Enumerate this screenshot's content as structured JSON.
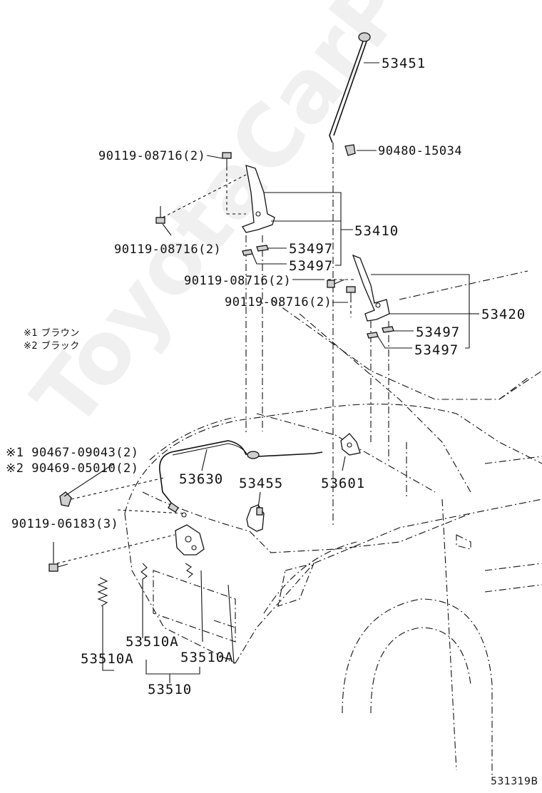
{
  "labels": {
    "p53451": "53451",
    "p90480": "90480-15034",
    "p90119a": "90119-08716(2)",
    "p53410": "53410",
    "p90119b": "90119-08716(2)",
    "p53497a": "53497",
    "p53497b": "53497",
    "p90119c": "90119-08716(2)",
    "p90119d": "90119-08716(2)",
    "p53420": "53420",
    "p53497c": "53497",
    "p53497d": "53497",
    "p90467": "※1 90467-09043(2)",
    "p90469": "※2 90469-05010(2)",
    "p53630": "53630",
    "p53455": "53455",
    "p53601": "53601",
    "p90119e": "90119-06183(3)",
    "p53510Aa": "53510A",
    "p53510Ab": "53510A",
    "p53510Ac": "53510A",
    "p53510": "53510"
  },
  "notes": {
    "n1": "※1 ブラウン",
    "n2": "※2 ブラック"
  },
  "figure_id": "531319B",
  "watermark": "ToyotaCarParts.ru"
}
